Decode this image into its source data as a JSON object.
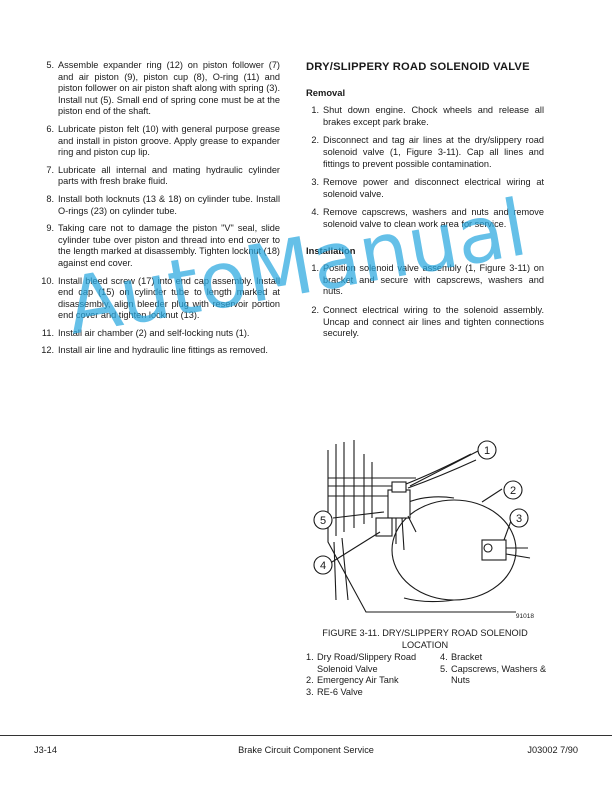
{
  "left_steps": [
    {
      "num": "5.",
      "text": "Assemble expander ring (12) on piston follower (7) and air piston (9), piston cup (8), O-ring (11) and piston follower on air piston shaft along with spring (3). Install nut (5). Small end of spring cone must be at the piston end of the shaft."
    },
    {
      "num": "6.",
      "text": "Lubricate piston felt (10) with general purpose grease and install in piston groove. Apply grease to expander ring and piston cup lip."
    },
    {
      "num": "7.",
      "text": "Lubricate all internal and mating hydraulic cylinder parts with fresh brake fluid."
    },
    {
      "num": "8.",
      "text": "Install both locknuts (13 & 18) on cylinder tube. Install O-rings (23) on cylinder tube."
    },
    {
      "num": "9.",
      "text": "Taking care not to damage the piston \"V\" seal, slide cylinder tube over piston and thread into end cover to the length marked at disassembly. Tighten locknut (18) against end cover."
    },
    {
      "num": "10.",
      "text": "Install bleed screw (17) into end cap assembly. Install end cap (15) on cylinder tube to length marked at disassembly, align bleeder plug with reservoir portion end cover and tighten locknut (13)."
    },
    {
      "num": "11.",
      "text": "Install air chamber (2) and self-locking nuts (1)."
    },
    {
      "num": "12.",
      "text": "Install air line and hydraulic line fittings as removed."
    }
  ],
  "section_title": "DRY/SLIPPERY ROAD SOLENOID VALVE",
  "removal": {
    "heading": "Removal",
    "steps": [
      {
        "num": "1.",
        "text": "Shut down engine. Chock wheels and release all brakes except park brake."
      },
      {
        "num": "2.",
        "text": "Disconnect and tag air lines at the dry/slippery road solenoid valve (1, Figure 3-11). Cap all lines and fittings to prevent possible contamination."
      },
      {
        "num": "3.",
        "text": "Remove power and disconnect electrical wiring at solenoid valve."
      },
      {
        "num": "4.",
        "text": "Remove capscrews, washers and nuts and remove solenoid valve to clean work area for service."
      }
    ]
  },
  "installation": {
    "heading": "Installation",
    "steps": [
      {
        "num": "1.",
        "text": "Position solenoid valve assembly (1, Figure 3-11) on bracket and secure with capscrews, washers and nuts."
      },
      {
        "num": "2.",
        "text": "Connect electrical wiring to the solenoid assembly. Uncap and connect air lines and tighten connections securely."
      }
    ]
  },
  "figure": {
    "callouts": [
      "1",
      "2",
      "3",
      "4",
      "5"
    ],
    "ref_code": "91018",
    "caption_line1": "FIGURE 3-11. DRY/SLIPPERY ROAD SOLENOID",
    "caption_line2": "LOCATION",
    "legend_left": [
      {
        "n": "1.",
        "text": "Dry Road/Slippery Road Solenoid Valve"
      },
      {
        "n": "2.",
        "text": "Emergency Air Tank"
      },
      {
        "n": "3.",
        "text": "RE-6 Valve"
      }
    ],
    "legend_right": [
      {
        "n": "4.",
        "text": "Bracket"
      },
      {
        "n": "5.",
        "text": "Capscrews, Washers & Nuts"
      }
    ]
  },
  "footer": {
    "left": "J3-14",
    "center": "Brake Circuit Component Service",
    "right": "J03002  7/90"
  },
  "watermark": "AutoManual"
}
